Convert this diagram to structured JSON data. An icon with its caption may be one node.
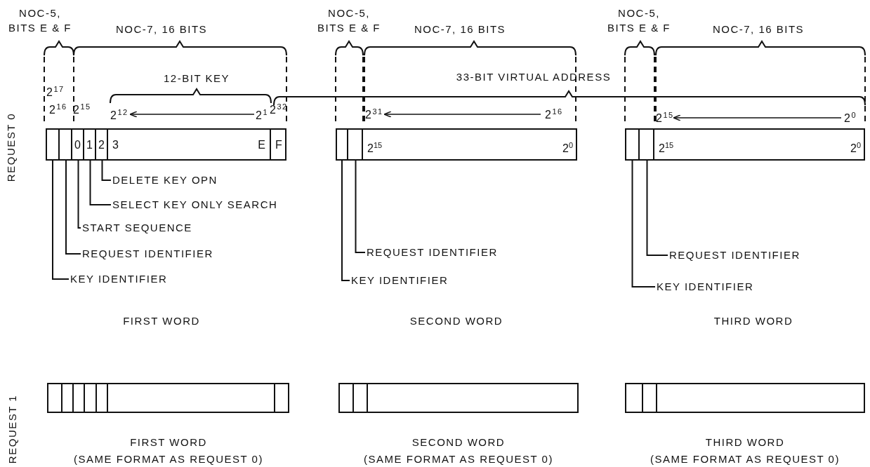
{
  "diagram": {
    "nodes": [
      {
        "text": [],
        "shape": "bar"
      },
      {
        "text": [],
        "shape": "box",
        "in": 0
      },
      {
        "text": [],
        "shape": "box",
        "in": 0
      },
      {
        "text": [
          "0"
        ],
        "in": 0
      },
      {
        "text": [
          "1"
        ],
        "in": 0
      },
      {
        "text": [
          "2"
        ],
        "in": 0
      },
      {
        "text": [
          "3",
          "E"
        ],
        "in": 0
      },
      {
        "text": [
          "F"
        ],
        "in": 0
      },
      {
        "text": [],
        "shape": "bar"
      },
      {
        "text": [],
        "shape": "box",
        "in": 8
      },
      {
        "text": [],
        "shape": "box",
        "in": 8
      },
      {
        "text": [
          "2$^{15}$",
          "2$^{0}$"
        ],
        "in": 8
      },
      {
        "text": [],
        "shape": "bar"
      },
      {
        "text": [],
        "shape": "box",
        "in": 12
      },
      {
        "text": [],
        "shape": "box",
        "in": 12
      },
      {
        "text": [
          "2$^{15}$",
          "2$^{0}$"
        ],
        "in": 12
      },
      {
        "text": [
          "DELETE KEY OPN"
        ]
      },
      {
        "text": [
          "SELECT KEY ONLY SEARCH"
        ]
      },
      {
        "text": [
          "START SEQUENCE"
        ]
      },
      {
        "text": [
          "REQUEST IDENTIFIER"
        ]
      },
      {
        "text": [
          "KEY IDENTIFIER"
        ]
      },
      {
        "text": [
          "REQUEST IDENTIFIER"
        ]
      },
      {
        "text": [
          "KEY IDENTIFIER"
        ]
      },
      {
        "text": [
          "REQUEST IDENTIFIER"
        ]
      },
      {
        "text": [
          "KEY IDENTIFIER"
        ]
      },
      {
        "text": [],
        "shape": "bar"
      },
      {
        "text": [],
        "shape": "bar"
      },
      {
        "text": [],
        "shape": "bar"
      }
    ],
    "edges": [
      {
        "from": 16,
        "to": 5,
        "arrow": "none"
      },
      {
        "from": 17,
        "to": 4,
        "arrow": "none"
      },
      {
        "from": 18,
        "to": 3,
        "arrow": "none"
      },
      {
        "from": 19,
        "to": 2,
        "arrow": "none"
      },
      {
        "from": 20,
        "to": 1,
        "arrow": "none"
      },
      {
        "from": 21,
        "to": 10,
        "arrow": "none"
      },
      {
        "from": 22,
        "to": 9,
        "arrow": "none"
      },
      {
        "from": 23,
        "to": 14,
        "arrow": "none"
      },
      {
        "from": 24,
        "to": 13,
        "arrow": "none"
      }
    ],
    "labels": [
      "NOC-5, BITS E & F",
      "NOC-7, 16 BITS",
      "NOC-5, BITS E & F",
      "NOC-7, 16 BITS",
      "NOC-5, BITS E & F",
      "NOC-7, 16 BITS",
      "12-BIT KEY",
      "33-BIT VIRTUAL ADDRESS",
      "2$^{17}$",
      "2$^{16}$",
      "2$^{15}$",
      "2$^{12}$",
      "2$^{1}$",
      "2$^{32}$",
      "2$^{31}$",
      "2$^{16}$",
      "2$^{15}$",
      "2$^{0}$",
      "REQUEST 0",
      "FIRST WORD",
      "SECOND WORD",
      "THIRD WORD",
      "REQUEST 1",
      "FIRST WORD",
      "(SAME FORMAT AS REQUEST 0)",
      "SECOND WORD",
      "(SAME FORMAT AS REQUEST 0)",
      "THIRD WORD",
      "(SAME FORMAT AS REQUEST 0)"
    ]
  }
}
